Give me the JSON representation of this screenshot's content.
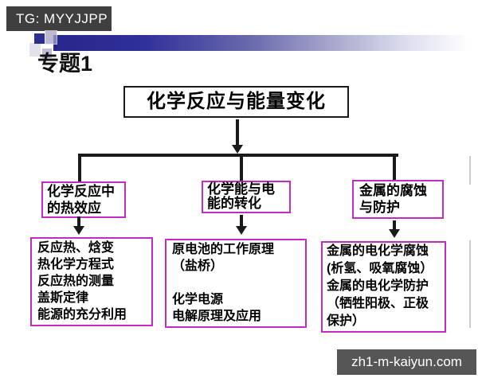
{
  "overlays": {
    "top_badge": "TG: MYYJJPP",
    "bottom_badge": "zh1-m-kaiyun.com"
  },
  "slide": {
    "section_title": "专题1"
  },
  "flowchart": {
    "root_label": "化学反应与能量变化",
    "branches": [
      {
        "title": "化学反应中\n的热效应",
        "detail": "反应热、焓变\n热化学方程式\n反应热的测量\n盖斯定律\n能源的充分利用"
      },
      {
        "title": "化学能与电\n能的转化",
        "detail": "原电池的工作原理\n（盐桥）\n\n化学电源\n电解原理及应用"
      },
      {
        "title": "金属的腐蚀\n与防护",
        "detail": "金属的电化学腐蚀\n(析氢、吸氧腐蚀）\n金属的电化学防护\n（牺牲阳极、正极\n保护）"
      }
    ]
  },
  "colors": {
    "branch_border": "#c32cc3",
    "root_border": "#1a1a1a",
    "connector": "#1a1a1a",
    "header_bar_dark": "#26268a",
    "top_badge_bg": "#3f3f3f",
    "bottom_badge_bg": "#565656"
  }
}
